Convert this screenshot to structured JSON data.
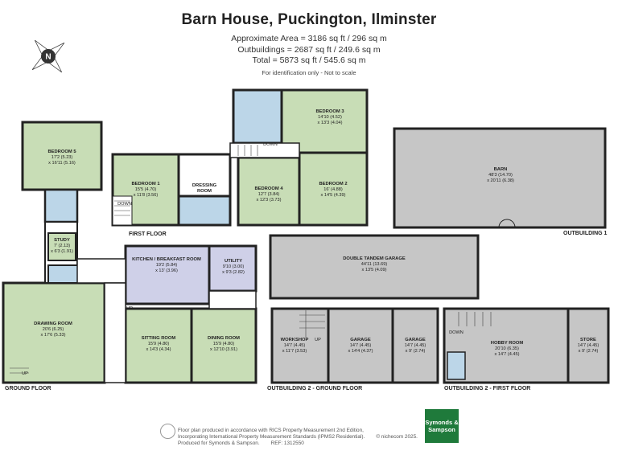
{
  "title": "Barn House, Puckington, Ilminster",
  "areas": {
    "approximate": "Approximate Area = 3186 sq ft / 296 sq m",
    "outbuildings": "Outbuildings = 2687 sq ft / 249.6 sq m",
    "total": "Total = 5873 sq ft / 545.6 sq m"
  },
  "note": "For identification only - Not to scale",
  "compass": {
    "letter": "N"
  },
  "sections": {
    "first_floor": "FIRST FLOOR",
    "ground_floor": "GROUND FLOOR",
    "outbuilding1": "OUTBUILDING 1",
    "outbuilding2_ground": "OUTBUILDING 2 - GROUND FLOOR",
    "outbuilding2_first": "OUTBUILDING 2 - FIRST FLOOR"
  },
  "rooms": {
    "bedroom5": {
      "name": "BEDROOM 5",
      "size": "17'2 (5.23)",
      "size2": "x 16'11 (5.16)"
    },
    "bedroom1": {
      "name": "BEDROOM 1",
      "size": "15'5 (4.70)",
      "size2": "x 11'8 (3.56)"
    },
    "dressing": {
      "name": "DRESSING",
      "size": "ROOM"
    },
    "bedroom4": {
      "name": "BEDROOM 4",
      "size": "12'7 (3.84)",
      "size2": "x 12'3 (3.73)"
    },
    "bedroom3": {
      "name": "BEDROOM 3",
      "size": "14'10 (4.52)",
      "size2": "x 13'3 (4.04)"
    },
    "bedroom2": {
      "name": "BEDROOM 2",
      "size": "16' (4.88)",
      "size2": "x 14'5 (4.39)"
    },
    "barn": {
      "name": "BARN",
      "size": "48'3 (14.70)",
      "size2": "x 20'11 (6.38)"
    },
    "study": {
      "name": "STUDY",
      "size": "7' (2.13)",
      "size2": "x 6'3 (1.91)"
    },
    "kitchen": {
      "name": "KITCHEN / BREAKFAST ROOM",
      "size": "19'2 (5.84)",
      "size2": "x 13' (3.96)"
    },
    "utility": {
      "name": "UTILITY",
      "size": "9'10 (3.00)",
      "size2": "x 9'3 (2.82)"
    },
    "garage_double": {
      "name": "DOUBLE TANDEM GARAGE",
      "size": "44'11 (13.69)",
      "size2": "x 13'5 (4.09)"
    },
    "drawing": {
      "name": "DRAWING ROOM",
      "size": "20'6 (6.25)",
      "size2": "x 17'6 (5.33)"
    },
    "sitting": {
      "name": "SITTING ROOM",
      "size": "15'9 (4.80)",
      "size2": "x 14'3 (4.34)"
    },
    "dining": {
      "name": "DINING ROOM",
      "size": "15'9 (4.80)",
      "size2": "x 12'10 (3.91)"
    },
    "workshop": {
      "name": "WORKSHOP",
      "size": "14'7 (4.45)",
      "size2": "x 11'7 (3.53)"
    },
    "garage1": {
      "name": "GARAGE",
      "size": "14'7 (4.45)",
      "size2": "x 14'4 (4.37)"
    },
    "garage2": {
      "name": "GARAGE",
      "size": "14'7 (4.45)",
      "size2": "x 9' (2.74)"
    },
    "hobby": {
      "name": "HOBBY ROOM",
      "size": "20'10 (6.35)",
      "size2": "x 14'7 (4.45)"
    },
    "store": {
      "name": "STORE",
      "size": "14'7 (4.45)",
      "size2": "x 9' (2.74)"
    }
  },
  "markers": {
    "up": "UP",
    "down": "DOWN"
  },
  "footer": {
    "line1": "Floor plan produced in accordance with RICS Property Measurement 2nd Edition,",
    "line2": "Incorporating International Property Measurement Standards (IPMS2 Residential).",
    "copyright": "© nichecom 2025.",
    "line3": "Produced for Symonds & Sampson.",
    "ref": "REF: 1312550"
  },
  "logo": "Symonds & Sampson",
  "colors": {
    "walls": "#222222",
    "floor": "#c8ddb6",
    "bath": "#bcd6e8",
    "kitchen": "#cfd0e8",
    "barn": "#c6c6c6"
  }
}
